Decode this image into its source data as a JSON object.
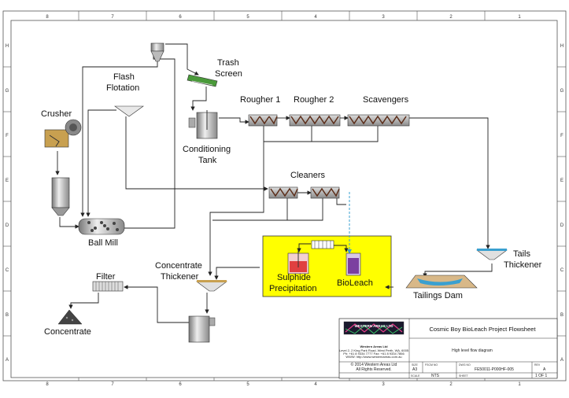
{
  "border": {
    "columns": [
      "8",
      "7",
      "6",
      "5",
      "4",
      "3",
      "2",
      "1"
    ],
    "rows": [
      "H",
      "G",
      "F",
      "E",
      "D",
      "C",
      "B",
      "A"
    ]
  },
  "labels": {
    "trash_screen_1": "Trash",
    "trash_screen_2": "Screen",
    "flash_1": "Flash",
    "flash_2": "Flotation",
    "crusher": "Crusher",
    "rougher1": "Rougher 1",
    "rougher2": "Rougher 2",
    "scavengers": "Scavengers",
    "conditioning_1": "Conditioning",
    "conditioning_2": "Tank",
    "cleaners": "Cleaners",
    "ball_mill": "Ball Mill",
    "conc_thick_1": "Concentrate",
    "conc_thick_2": "Thickener",
    "filter": "Filter",
    "sulphide_1": "Sulphide",
    "sulphide_2": "Precipitation",
    "bioleach": "BioLeach",
    "tails_1": "Tails",
    "tails_2": "Thickener",
    "tailings_dam": "Tailings Dam",
    "concentrate": "Concentrate"
  },
  "title_block": {
    "logo_text": "WESTERN AREAS LTD",
    "title": "Cosmic Boy BioLeach Project Flowsheet",
    "subtitle": "High level flow diagram",
    "company": "Western Areas Ltd",
    "address_1": "Level 2, 2 King Park Road, West Perth, WA, 6005",
    "address_2": "Ph: +61 8 9334 7777  Fax: +61 8 9334 7866",
    "address_3": "WWW: http://www.westernareas.com.au",
    "copyright": "© 2014 Western Areas Ltd",
    "rights": "All Rights Reserved.",
    "size_label": "SIZE",
    "size_value": "A3",
    "fscm_label": "FSCM NO",
    "dwg_label": "DWG NO",
    "dwg_value": "FE50011-P000HF-005",
    "rev_label": "REV",
    "rev_value": "A",
    "scale_label": "SCALE",
    "scale_value": "NTS",
    "sheet_label": "SHEET",
    "sheet_value": "1 OF 1"
  },
  "colors": {
    "highlight_box": "#ffff00",
    "bioleach_tank": "#7b3fa0",
    "sulphide_tank": "#e04040",
    "bioleach_stream": "#3aa0d0",
    "equipment_green": "#4a9a3a"
  }
}
